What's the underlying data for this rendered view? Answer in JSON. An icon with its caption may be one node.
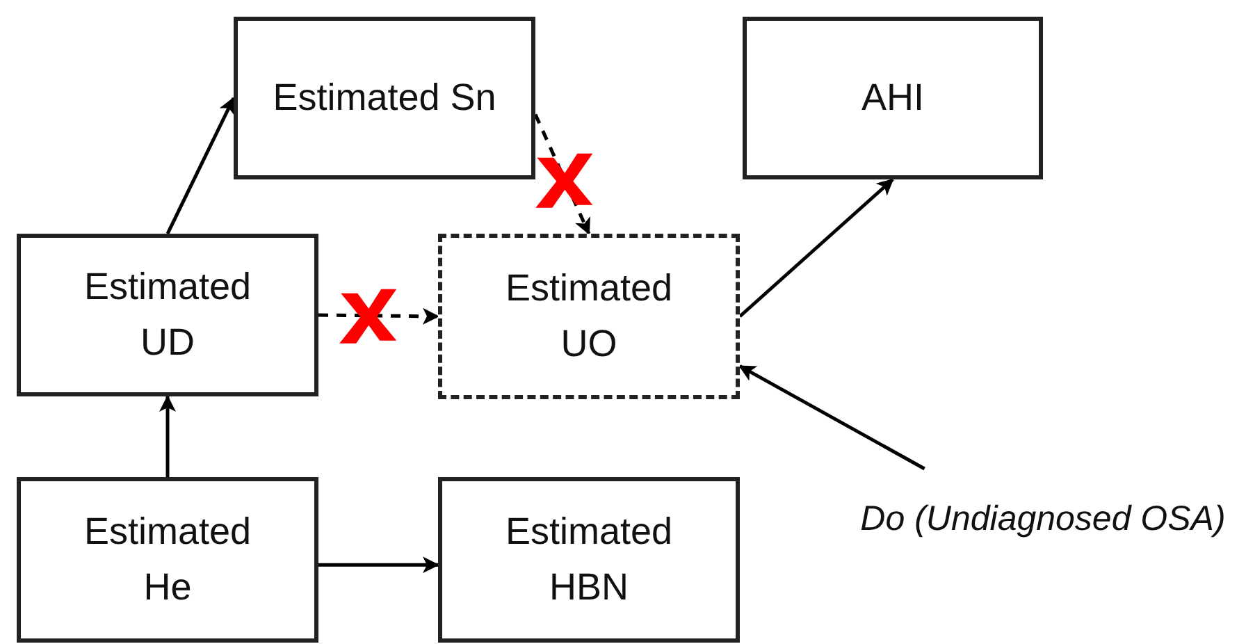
{
  "diagram": {
    "nodes": [
      {
        "text": [
          "Estimated Sn"
        ]
      },
      {
        "text": [
          "AHI"
        ]
      },
      {
        "text": [
          "Estimated UD"
        ]
      },
      {
        "text": [
          "Estimated UO"
        ]
      },
      {
        "text": [
          "Estimated He"
        ]
      },
      {
        "text": [
          "Estimated HBN"
        ]
      },
      {
        "text": [
          "Do (Undiagnosed OSA)"
        ]
      }
    ],
    "edges": [
      {
        "from": 2,
        "to": 0,
        "arrow": "to"
      },
      {
        "from": 0,
        "to": 3,
        "arrow": "to",
        "style": "dashed"
      },
      {
        "from": 2,
        "to": 3,
        "arrow": "to",
        "style": "dashed"
      },
      {
        "from": 3,
        "to": 1,
        "arrow": "to"
      },
      {
        "from": 6,
        "to": 3,
        "arrow": "to"
      },
      {
        "from": 4,
        "to": 2,
        "arrow": "to"
      },
      {
        "from": 4,
        "to": 5,
        "arrow": "to"
      }
    ]
  }
}
